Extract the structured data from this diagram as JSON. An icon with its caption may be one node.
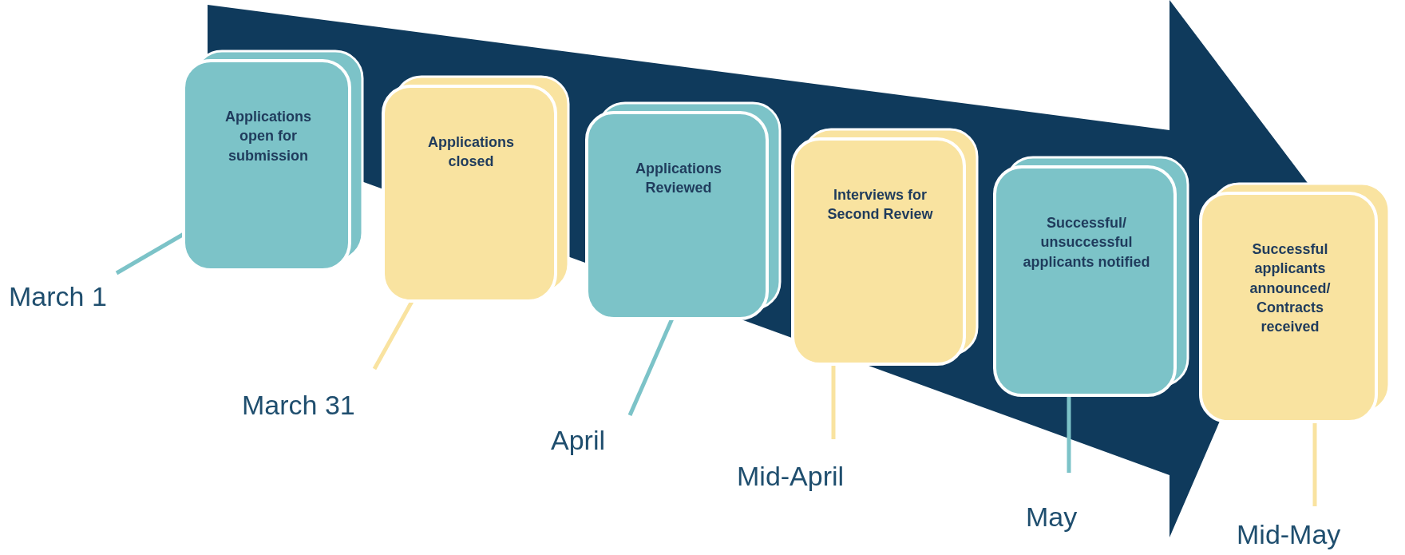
{
  "diagram": {
    "nodes": [
      {
        "text": [
          "Applications open for submission"
        ]
      },
      {
        "text": [
          "Applications closed"
        ]
      },
      {
        "text": [
          "Applications Reviewed"
        ]
      },
      {
        "text": [
          "Interviews for Second Review"
        ]
      },
      {
        "text": [
          "Successful/ unsuccessful applicants notified"
        ]
      },
      {
        "text": [
          "Successful applicants announced/ Contracts received"
        ]
      },
      {
        "text": [
          "March 1"
        ]
      },
      {
        "text": [
          "March 31"
        ]
      },
      {
        "text": [
          "April"
        ]
      },
      {
        "text": [
          "Mid-April"
        ]
      },
      {
        "text": [
          "May"
        ]
      },
      {
        "text": [
          "Mid-May"
        ]
      }
    ],
    "edges": [
      {
        "from": 6,
        "to": 0,
        "arrow": "none",
        "color": "#7cc3c8"
      },
      {
        "from": 7,
        "to": 1,
        "arrow": "none",
        "color": "#f9e3a0"
      },
      {
        "from": 8,
        "to": 2,
        "arrow": "none",
        "color": "#7cc3c8"
      },
      {
        "from": 9,
        "to": 3,
        "arrow": "none",
        "color": "#f9e3a0"
      },
      {
        "from": 10,
        "to": 4,
        "arrow": "none",
        "color": "#7cc3c8"
      },
      {
        "from": 11,
        "to": 5,
        "arrow": "none",
        "color": "#f9e3a0"
      }
    ]
  }
}
